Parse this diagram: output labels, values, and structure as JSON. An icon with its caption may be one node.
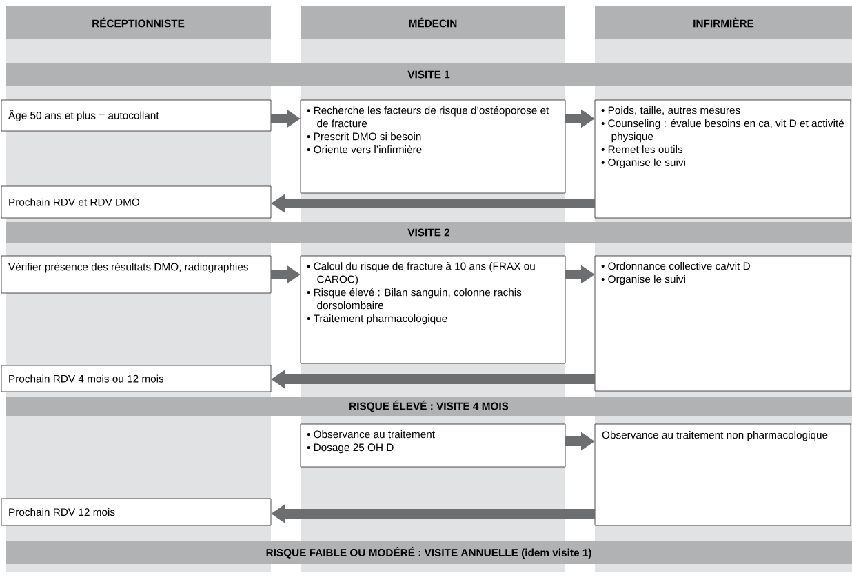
{
  "diagram": {
    "nodes": [
      {
        "text": [
          "RÉCEPTIONNISTE"
        ]
      },
      {
        "text": [
          "MÉDECIN"
        ]
      },
      {
        "text": [
          "INFIRMIÈRE"
        ]
      },
      {
        "text": [
          "VISITE 1"
        ]
      },
      {
        "text": [
          "Âge 50 ans et plus = autocollant"
        ]
      },
      {
        "text": [
          "• Recherche les facteurs de risque d’ostéoporose et de fracture",
          "• Prescrit DMO si besoin",
          "• Oriente vers l’infirmière"
        ]
      },
      {
        "text": [
          "• Poids, taille, autres mesures",
          "• Counseling : évalue besoins en ca, vit D et activité physique",
          "• Remet les outils",
          "• Organise le suivi"
        ]
      },
      {
        "text": [
          "Prochain RDV et RDV DMO"
        ]
      },
      {
        "text": [
          "VISITE 2"
        ]
      },
      {
        "text": [
          "Vérifier présence des résultats DMO, radiographies"
        ]
      },
      {
        "text": [
          "• Calcul du risque de fracture à 10 ans (FRAX ou CAROC)",
          "• Risque élevé : Bilan sanguin, colonne rachis dorsolombaire",
          "• Traitement pharmacologique"
        ]
      },
      {
        "text": [
          "• Ordonnance collective ca/vit D",
          "• Organise le suivi"
        ]
      },
      {
        "text": [
          "Prochain RDV 4 mois ou 12 mois"
        ]
      },
      {
        "text": [
          "RISQUE ÉLEVÉ : VISITE 4 MOIS"
        ]
      },
      {
        "text": [
          "• Observance au traitement",
          "• Dosage 25 OH D"
        ]
      },
      {
        "text": [
          "Observance au traitement non pharmacologique"
        ]
      },
      {
        "text": [
          "Prochain RDV 12 mois"
        ]
      },
      {
        "text": [
          "RISQUE FAIBLE OU MODÉRÉ : VISITE ANNUELLE (idem visite 1)"
        ]
      }
    ],
    "edges": [
      {
        "from": 4,
        "to": 5,
        "arrow": "to"
      },
      {
        "from": 5,
        "to": 6,
        "arrow": "to"
      },
      {
        "from": 6,
        "to": 7,
        "arrow": "to"
      },
      {
        "from": 9,
        "to": 10,
        "arrow": "to"
      },
      {
        "from": 10,
        "to": 11,
        "arrow": "to"
      },
      {
        "from": 11,
        "to": 12,
        "arrow": "to"
      },
      {
        "from": 14,
        "to": 15,
        "arrow": "to"
      },
      {
        "from": 15,
        "to": 16,
        "arrow": "to"
      }
    ]
  }
}
